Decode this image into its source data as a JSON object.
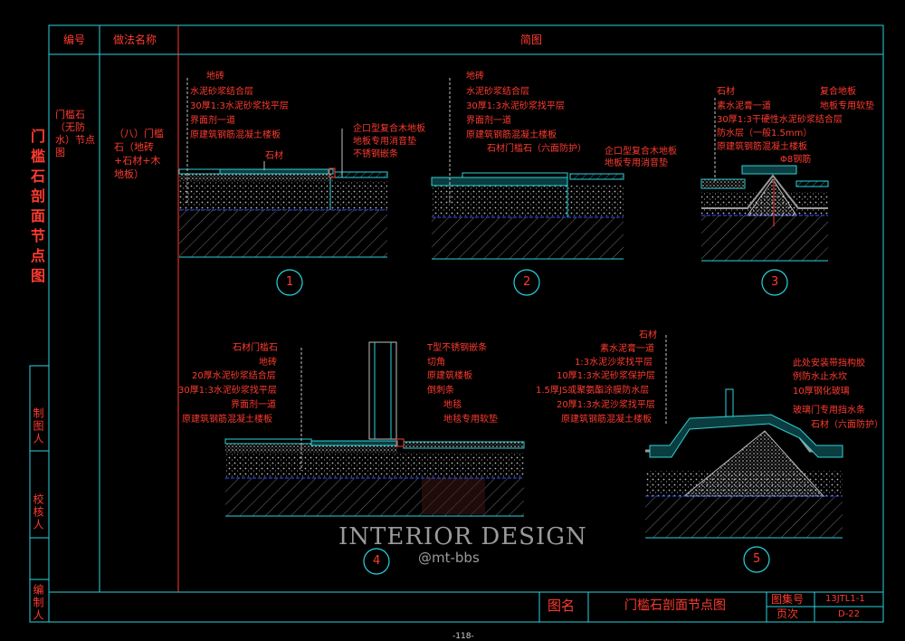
{
  "header": {
    "col_no": "编号",
    "col_method": "做法名称",
    "col_figure": "简图"
  },
  "left_title": "门槛石剖面节点图",
  "row": {
    "code": "门槛石（无防水）节点图",
    "method": "（八）门槛石（地砖+石材+木地板）"
  },
  "side_labels": {
    "drawn_by": "制图人",
    "checked_by": "校核人",
    "compiled_by": "编制人"
  },
  "details": {
    "d1": {
      "labels_left": [
        "地砖",
        "水泥砂浆结合层",
        "30厚1:3水泥砂浆找平层",
        "界面剂一道",
        "原建筑钢筋混凝土楼板"
      ],
      "labels_right": [
        "企口型复合木地板",
        "地板专用消音垫",
        "不锈钢嵌条"
      ],
      "stone": "石材",
      "number": "1"
    },
    "d2": {
      "labels_left": [
        "地砖",
        "水泥砂浆结合层",
        "30厚1:3水泥砂浆找平层",
        "界面剂一道",
        "原建筑钢筋混凝土楼板"
      ],
      "labels_right": [
        "企口型复合木地板",
        "地板专用消音垫"
      ],
      "stone": "石材门槛石（六面防护）",
      "number": "2"
    },
    "d3": {
      "labels_left": [
        "石材",
        "素水泥膏一道",
        "30厚1:3干硬性水泥砂浆结合层",
        "防水层（一般1.5mm）",
        "原建筑钢筋混凝土楼板"
      ],
      "labels_right": [
        "复合地板",
        "地板专用软垫"
      ],
      "rebar": "Φ8钢筋",
      "number": "3"
    },
    "d4": {
      "labels_left": [
        "石材门槛石",
        "地砖",
        "20厚水泥砂浆结合层",
        "30厚1:3水泥砂浆找平层",
        "界面剂一道",
        "原建筑钢筋混凝土楼板"
      ],
      "labels_right": [
        "T型不锈钢嵌条",
        "切角",
        "原建筑楼板",
        "倒刺条",
        "地毯",
        "地毯专用软垫"
      ],
      "number": "4"
    },
    "d5": {
      "labels_left": [
        "石材",
        "素水泥膏一道",
        "1:3水泥沙浆找平层",
        "10厚1:3水泥砂浆保护层",
        "1.5厚JS或聚氨酯涂膜防水层",
        "20厚1:3水泥沙浆找平层",
        "原建筑钢筋混凝土楼板"
      ],
      "labels_right": [
        "此处安装带挡构胶",
        "例防水止水坎",
        "10厚钢化玻璃",
        "玻璃门专用挡水条",
        "石材（六面防护）"
      ],
      "number": "5"
    }
  },
  "watermark": {
    "main": "INTERIOR DESIGN",
    "sub": "@mt-bbs"
  },
  "footer": {
    "name_label": "图名",
    "name": "门槛石剖面节点图",
    "set_label": "图集号",
    "set_no": "13JTL1-1",
    "page_label": "页次",
    "page_no": "D-22",
    "bottom": "-118-"
  },
  "colors": {
    "frame": "#27d3e0",
    "text": "#ff3b2f",
    "concrete": "#8a8a8a",
    "tile": "#2fd0d6",
    "waterproof": "#3355ff"
  }
}
